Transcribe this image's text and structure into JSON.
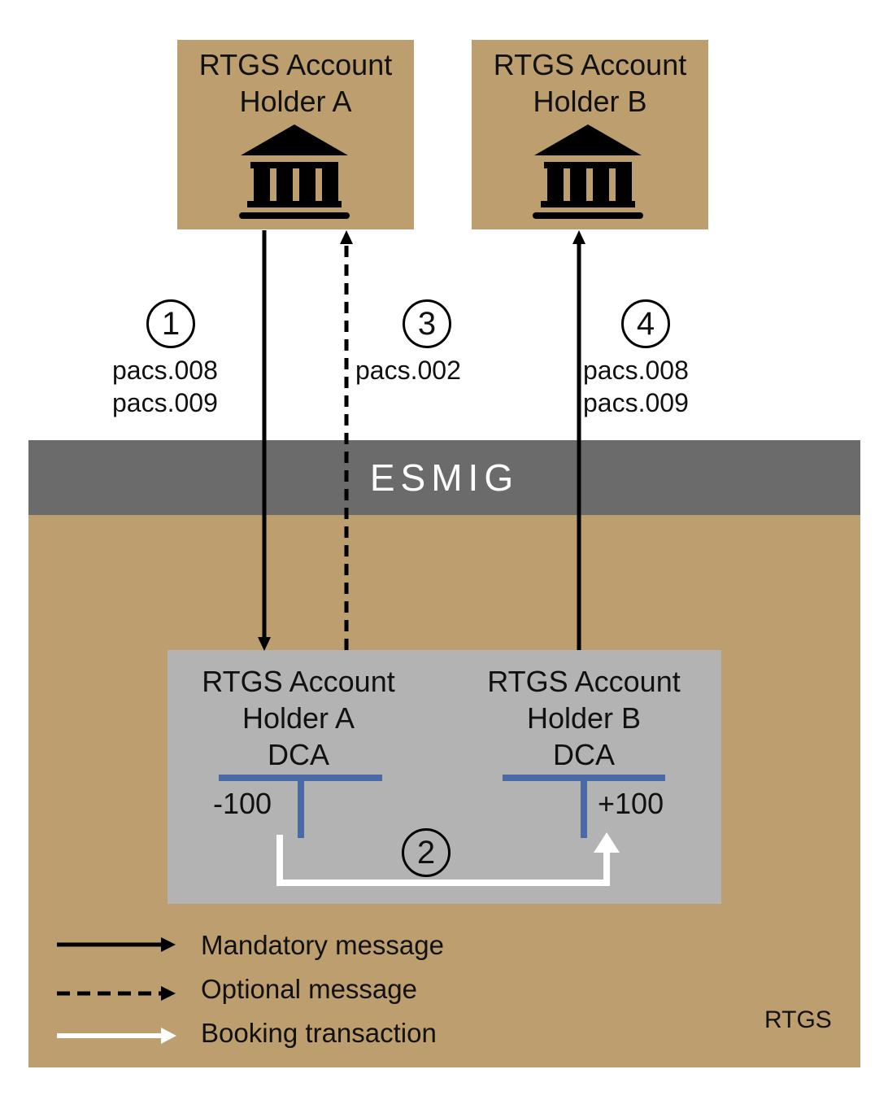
{
  "participants": {
    "a": {
      "title": "RTGS Account\nHolder A",
      "icon": "bank-icon"
    },
    "b": {
      "title": "RTGS Account\nHolder B",
      "icon": "bank-icon"
    }
  },
  "esmig": {
    "label": "ESMIG"
  },
  "rtgs": {
    "label": "RTGS"
  },
  "dca": {
    "a": {
      "title": "RTGS Account\nHolder A\nDCA",
      "amount": "-100"
    },
    "b": {
      "title": "RTGS Account\nHolder B\nDCA",
      "amount": "+100"
    }
  },
  "steps": [
    {
      "number": "1",
      "messages": "pacs.008\npacs.009"
    },
    {
      "number": "2",
      "messages": ""
    },
    {
      "number": "3",
      "messages": "pacs.002"
    },
    {
      "number": "4",
      "messages": "pacs.008\npacs.009"
    }
  ],
  "legend": [
    {
      "style": "solid",
      "label": "Mandatory message"
    },
    {
      "style": "dashed",
      "label": "Optional message"
    },
    {
      "style": "white",
      "label": "Booking transaction"
    }
  ],
  "colors": {
    "tan": "#bd9e6e",
    "esmig_grey": "#6b6b6b",
    "panel_grey": "#b3b3b3",
    "ledger_blue": "#4a6aa5",
    "booking_white": "#ffffff"
  }
}
